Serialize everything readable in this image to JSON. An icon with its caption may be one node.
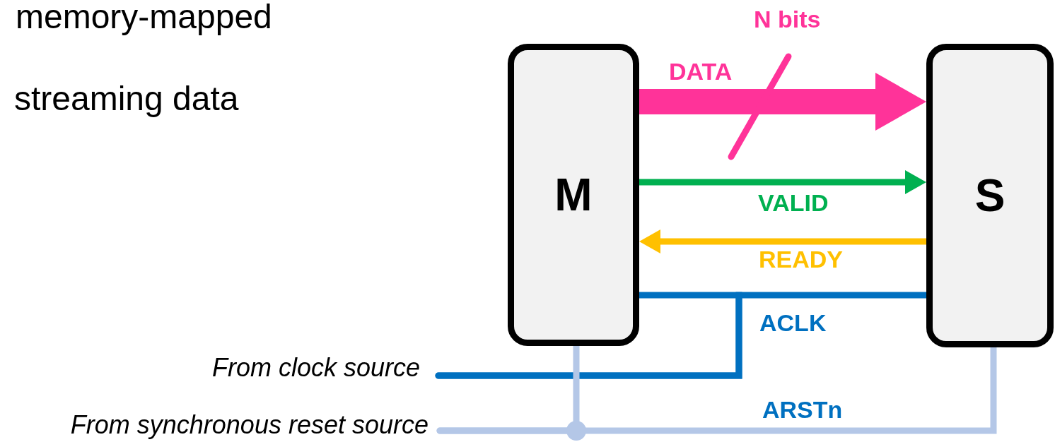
{
  "diagram": {
    "nodes": [
      {
        "text": [
          "M"
        ]
      },
      {
        "text": [
          "S"
        ]
      },
      {
        "text": [
          "From clock source"
        ]
      },
      {
        "text": [
          "From synchronous reset source"
        ]
      }
    ],
    "edges": [
      {
        "from": 0,
        "to": 1,
        "arrow": "to",
        "label": "DATA",
        "style": "thick",
        "color": "#ff3399"
      },
      {
        "from": 0,
        "to": 1,
        "arrow": "to",
        "label": "VALID",
        "color": "#00b050"
      },
      {
        "from": 1,
        "to": 0,
        "arrow": "to",
        "label": "READY",
        "color": "#ffc000"
      },
      {
        "from": 2,
        "to": 0,
        "arrow": "none",
        "color": "#0070c0"
      },
      {
        "from": 2,
        "to": 1,
        "arrow": "none",
        "label": "ACLK",
        "color": "#0070c0"
      },
      {
        "from": 3,
        "to": 0,
        "arrow": "none",
        "color": "#b4c7e7"
      },
      {
        "from": 3,
        "to": 1,
        "arrow": "none",
        "label": "ARSTn",
        "color": "#b4c7e7"
      }
    ],
    "labels": [
      "memory-mapped",
      "streaming data",
      "N bits"
    ]
  }
}
